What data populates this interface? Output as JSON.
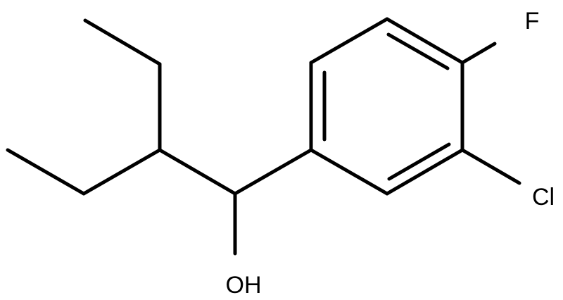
{
  "molecule": {
    "labels": {
      "fluorine": "F",
      "chlorine": "Cl",
      "hydroxyl": "OH"
    },
    "colors": {
      "bond": "#000000",
      "label": "#000000",
      "background": "#ffffff"
    }
  }
}
